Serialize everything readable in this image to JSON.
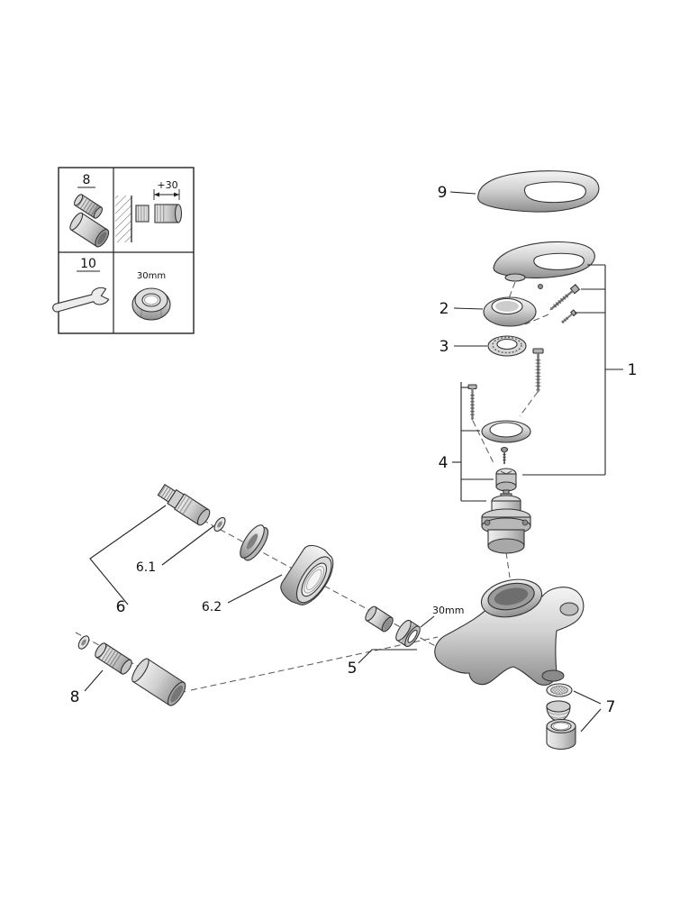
{
  "page": {
    "background": "#ffffff",
    "line_color": "#2b2b2b",
    "metal_light": "#f2f2f2",
    "metal_dark": "#8f8f8f"
  },
  "inset": {
    "part8_label": "8",
    "part10_label": "10",
    "extension_dimension": "+30",
    "nut_size": "30mm"
  },
  "callouts": {
    "part1": "1",
    "part2": "2",
    "part3": "3",
    "part4": "4",
    "part5": "5",
    "part6": "6",
    "part6_1": "6.1",
    "part6_2": "6.2",
    "part7": "7",
    "part8": "8",
    "part9": "9",
    "nut_size": "30mm"
  }
}
